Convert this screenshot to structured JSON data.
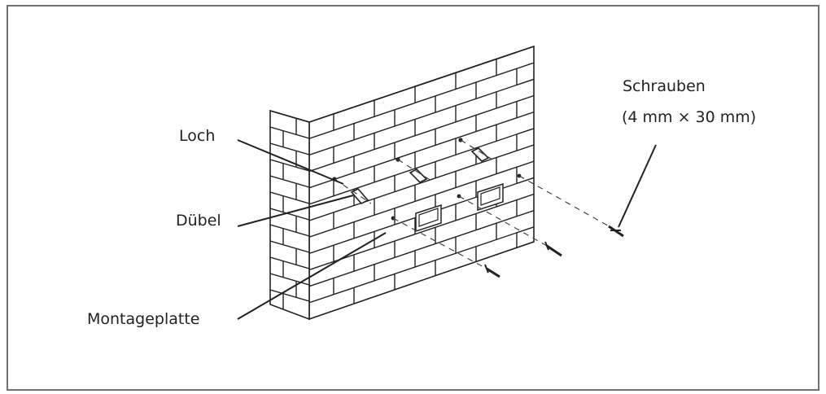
{
  "labels": {
    "loch": "Loch",
    "duebel": "Dübel",
    "montageplatte": "Montageplatte",
    "schrauben": "Schrauben",
    "schrauben_spec": "(4 mm × 30 mm)"
  },
  "colors": {
    "line": "#222222",
    "frame": "#6f6f6f",
    "background": "#ffffff"
  }
}
